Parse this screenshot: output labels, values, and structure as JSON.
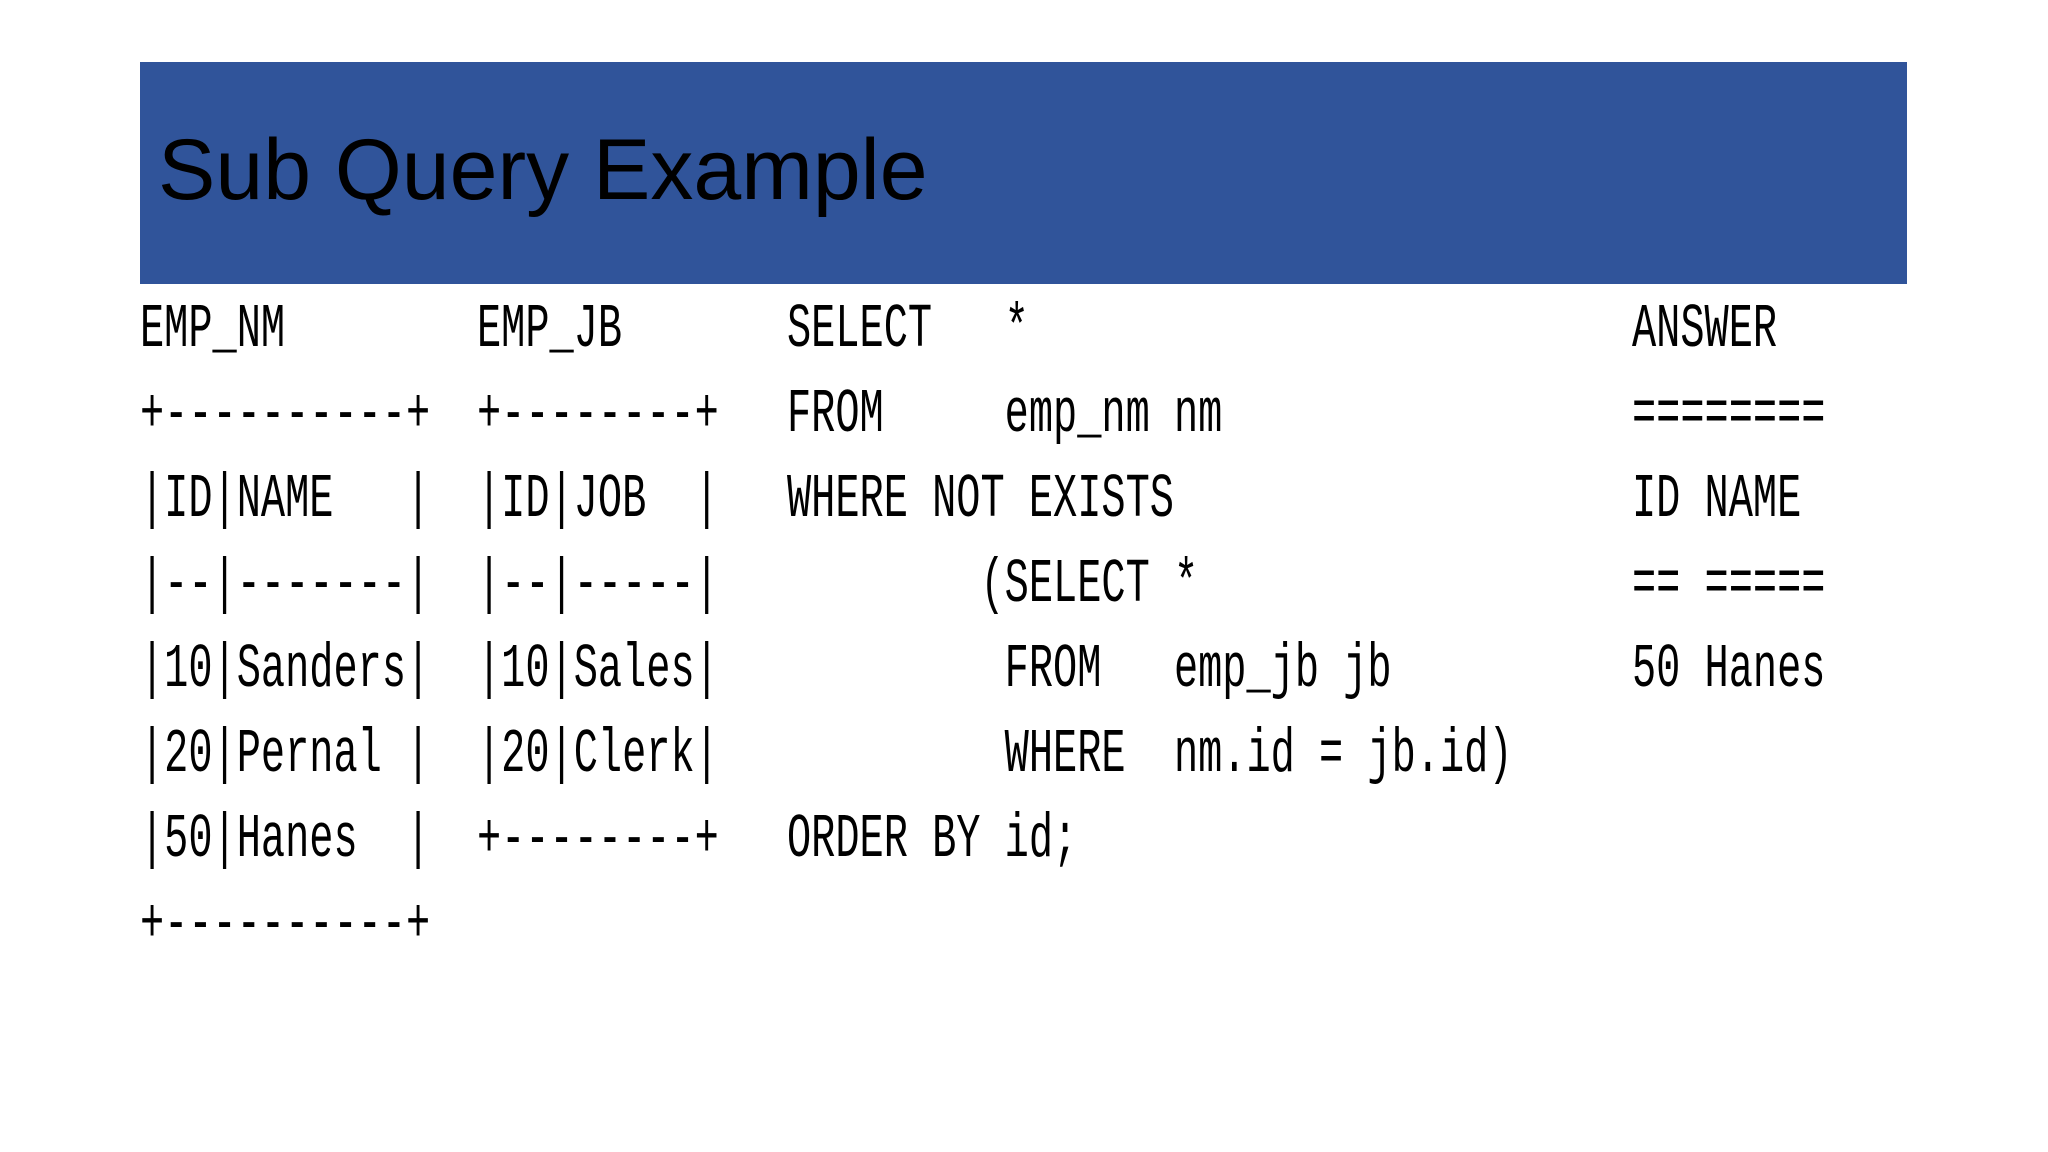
{
  "slide": {
    "title": "Sub Query Example",
    "banner_color": "#30549a",
    "title_color": "#000000",
    "text_color": "#000000"
  },
  "emp_nm_table": {
    "lines": [
      "EMP_NM",
      "+----------+",
      "|ID|NAME   |",
      "|--|-------|",
      "|10|Sanders|",
      "|20|Pernal |",
      "|50|Hanes  |",
      "+----------+"
    ]
  },
  "emp_jb_table": {
    "lines": [
      "EMP_JB",
      "+--------+",
      "|ID|JOB  |",
      "|--|-----|",
      "|10|Sales|",
      "|20|Clerk|",
      "+--------+"
    ]
  },
  "sql_query": {
    "lines": [
      "SELECT   *",
      "FROM     emp_nm nm",
      "WHERE NOT EXISTS",
      "        (SELECT *",
      "         FROM   emp_jb jb",
      "         WHERE  nm.id = jb.id)",
      "ORDER BY id;"
    ]
  },
  "answer_block": {
    "lines": [
      "ANSWER",
      "========",
      "ID NAME",
      "== =====",
      "50 Hanes"
    ]
  }
}
